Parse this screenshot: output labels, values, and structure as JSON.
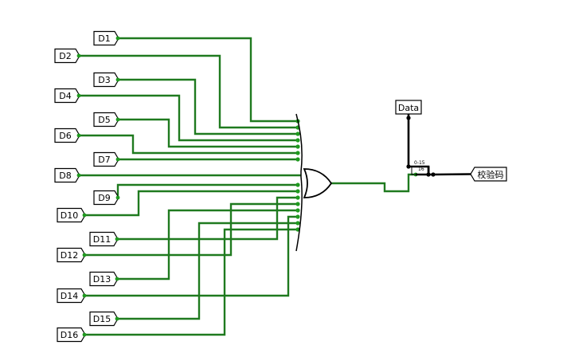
{
  "inputs": [
    "D1",
    "D2",
    "D3",
    "D4",
    "D5",
    "D6",
    "D7",
    "D8",
    "D9",
    "D10",
    "D11",
    "D12",
    "D13",
    "D14",
    "D15",
    "D16"
  ],
  "data_pin": "Data",
  "output_pin": "校验码",
  "splitter": {
    "range_label": "0-15",
    "bit_label": "16"
  },
  "colors": {
    "wire": "#1f7a1f",
    "bus": "#000000",
    "pin_stroke": "#000000",
    "pin_fill": "#ffffff",
    "dot": "#1f9a1f"
  }
}
